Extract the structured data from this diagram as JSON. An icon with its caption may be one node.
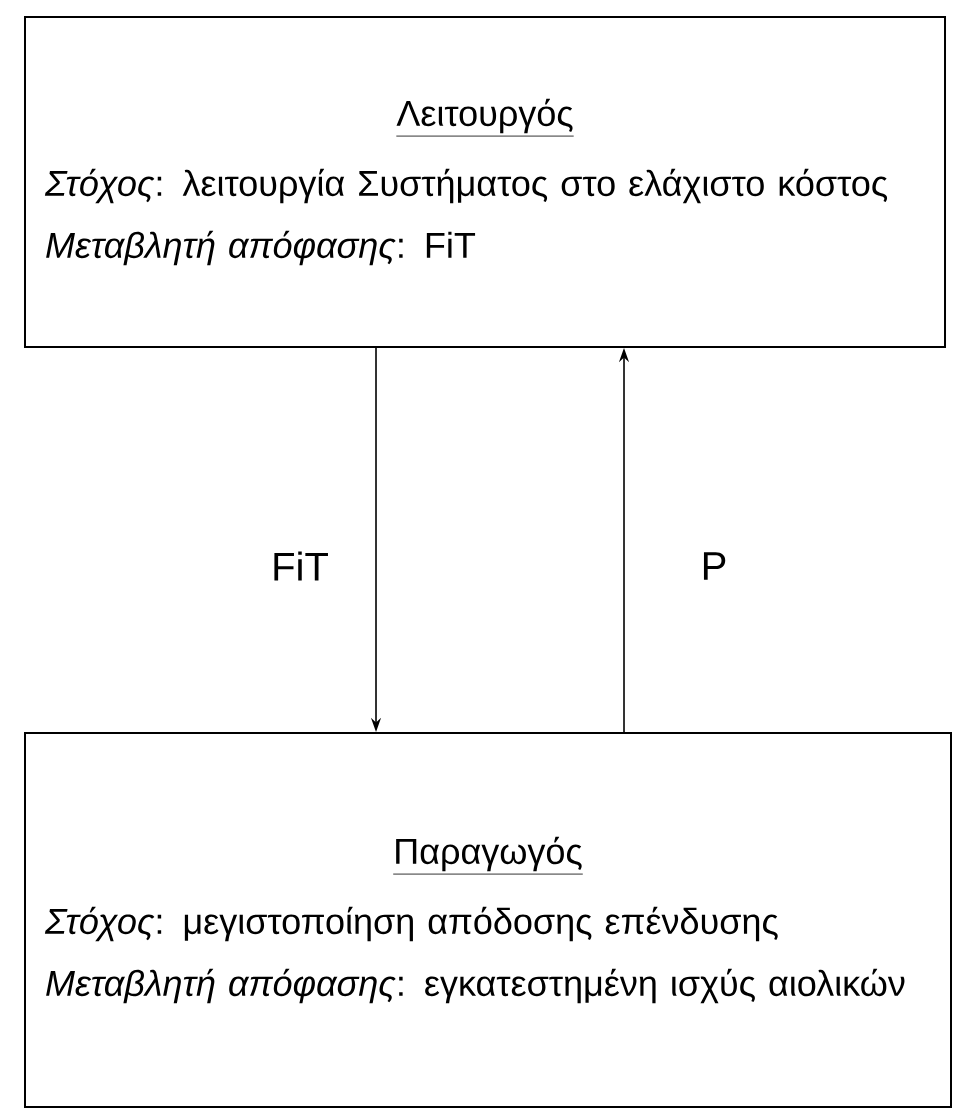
{
  "diagram": {
    "nodes": [
      {
        "text": [
          "Λειτουργός",
          "*Στόχος*: λειτουργία Συστήματος στο ελάχιστο κόστος",
          "*Μεταβλητή απόφασης*: FiT"
        ]
      },
      {
        "text": [
          "Παραγωγός",
          "*Στόχος*: μεγιστοποίηση απόδοσης επένδυσης",
          "*Μεταβλητή απόφασης*: εγκατεστημένη ισχύς αιολικών"
        ]
      }
    ],
    "edges": [
      {
        "from": 0,
        "to": 1,
        "arrow": "to",
        "label": "FiT"
      },
      {
        "from": 1,
        "to": 0,
        "arrow": "to",
        "label": "P"
      }
    ]
  }
}
